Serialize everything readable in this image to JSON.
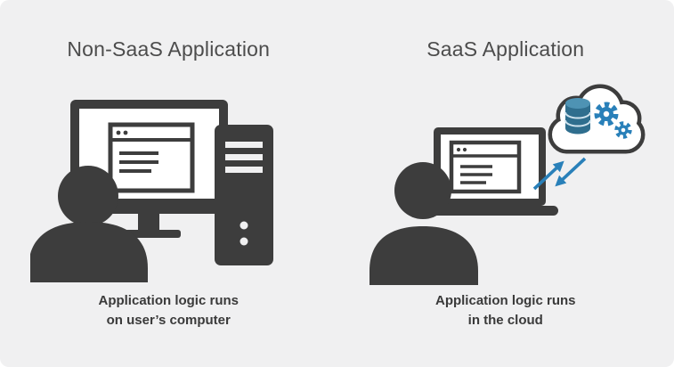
{
  "background_color": "#f0f0f1",
  "colors": {
    "icon_dark": "#3d3d3d",
    "accent_blue": "#2980b9",
    "database_blue": "#2f6e8e",
    "database_top_blue": "#4e93b4",
    "title_text": "#4c4c4c",
    "caption_text": "#3a3a3a"
  },
  "panels": [
    {
      "title": "Non-SaaS Application",
      "caption": [
        "Application logic runs",
        "on user’s computer"
      ],
      "icons": [
        "person-icon",
        "monitor-icon",
        "app-window-icon",
        "tower-pc-icon"
      ]
    },
    {
      "title": "SaaS Application",
      "caption": [
        "Application logic runs",
        "in the cloud"
      ],
      "icons": [
        "person-icon",
        "laptop-icon",
        "app-window-icon",
        "cloud-icon",
        "database-icon",
        "gear-icon",
        "sync-arrows-icon"
      ]
    }
  ]
}
